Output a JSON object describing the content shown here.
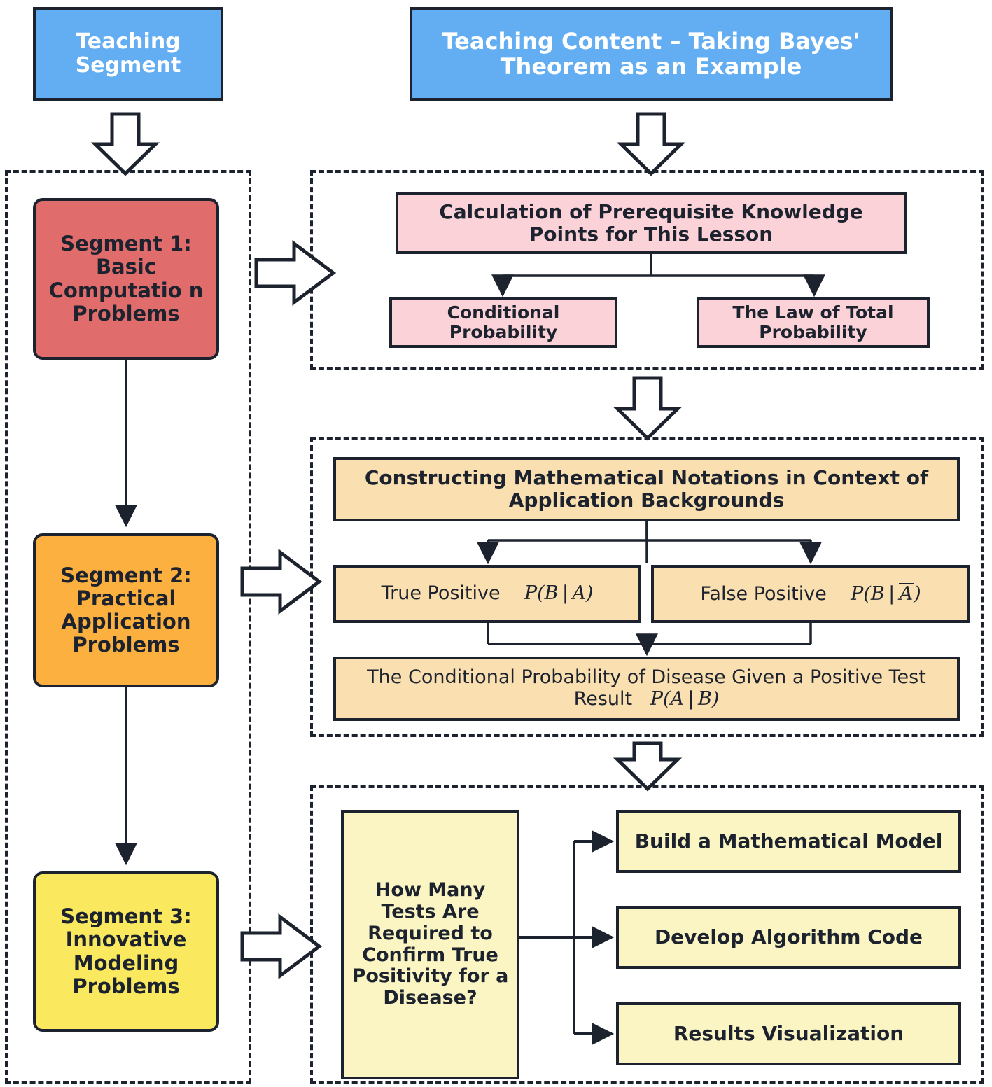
{
  "header": {
    "left_box": "Teaching Segment",
    "right_box": "Teaching Content – Taking Bayes' Theorem as an Example"
  },
  "segments": [
    {
      "id": "segment-1",
      "label": "Segment 1: Basic Computatio n Problems",
      "color": "#E06C6C"
    },
    {
      "id": "segment-2",
      "label": "Segment 2: Practical Application Problems",
      "color": "#FBB040"
    },
    {
      "id": "segment-3",
      "label": "Segment 3: Innovative Modeling Problems",
      "color": "#FAE95F"
    }
  ],
  "group_1": {
    "title": "Calculation of Prerequisite Knowledge Points for This Lesson",
    "children": [
      "Conditional Probability",
      "The Law of Total Probability"
    ],
    "color": "#FBD2D8"
  },
  "group_2": {
    "title": "Constructing Mathematical Notations in Context of Application Backgrounds",
    "left_label": "True Positive",
    "left_formula": "P(B | A)",
    "right_label": "False Positive",
    "right_formula": "P(B | A̅)",
    "bottom_label": "The Conditional  Probability  of Disease Given a Positive Test Result",
    "bottom_formula": "P(A | B)",
    "color": "#FADFB0"
  },
  "group_3": {
    "question": "How Many Tests Are Required to Confirm True Positivity for a Disease?",
    "outcomes": [
      "Build a Mathematical Model",
      "Develop Algorithm Code",
      "Results Visualization"
    ],
    "color": "#FAF5C3"
  },
  "colors": {
    "stroke": "#1d232e",
    "header_blue": "#63ADF2",
    "background": "#ffffff"
  }
}
